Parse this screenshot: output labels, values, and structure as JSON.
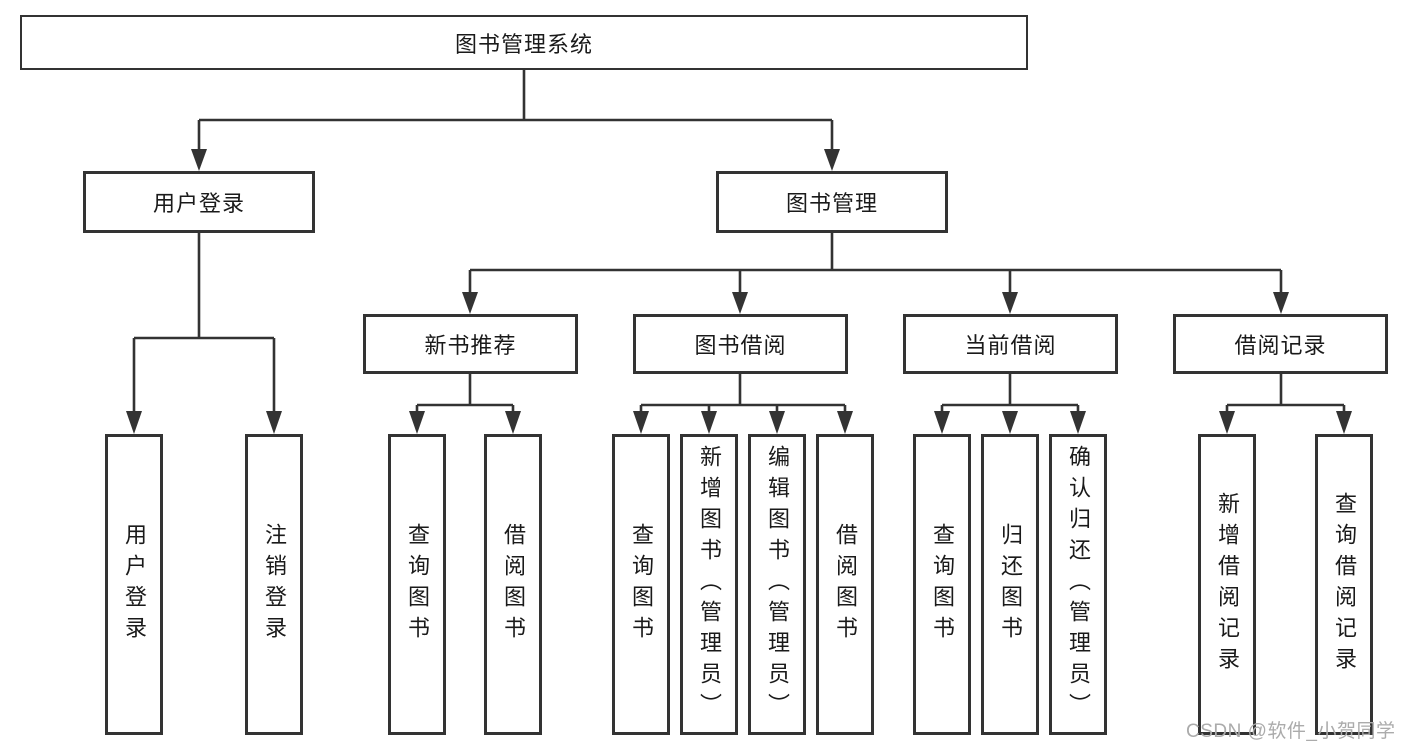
{
  "diagram": {
    "title": "图书管理系统",
    "tree": {
      "label": "图书管理系统",
      "children": [
        {
          "label": "用户登录",
          "children": [
            {
              "label": "用户登录"
            },
            {
              "label": "注销登录"
            }
          ]
        },
        {
          "label": "图书管理",
          "children": [
            {
              "label": "新书推荐",
              "children": [
                {
                  "label": "查询图书"
                },
                {
                  "label": "借阅图书"
                }
              ]
            },
            {
              "label": "图书借阅",
              "children": [
                {
                  "label": "查询图书"
                },
                {
                  "label": "新增图书（管理员）"
                },
                {
                  "label": "编辑图书（管理员）"
                },
                {
                  "label": "借阅图书"
                }
              ]
            },
            {
              "label": "当前借阅",
              "children": [
                {
                  "label": "查询图书"
                },
                {
                  "label": "归还图书"
                },
                {
                  "label": "确认归还（管理员）"
                }
              ]
            },
            {
              "label": "借阅记录",
              "children": [
                {
                  "label": "新增借阅记录"
                },
                {
                  "label": "查询借阅记录"
                }
              ]
            }
          ]
        }
      ]
    },
    "watermark": "CSDN @软件_小贺同学",
    "colors": {
      "line": "#333333",
      "border": "#333333",
      "text": "#1a1a1a",
      "watermark": "#ababab",
      "background": "#ffffff"
    }
  }
}
